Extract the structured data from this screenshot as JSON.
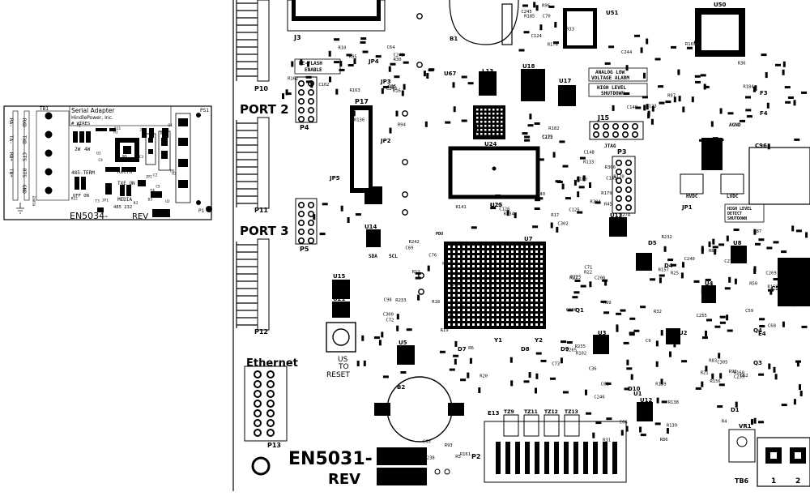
{
  "left_board": {
    "tb_label": "TB1",
    "title_lines": [
      "Serial Adapter",
      "HindlePower, Inc.",
      "# WIRES"
    ],
    "wire_options": [
      "2W",
      "4W"
    ],
    "side_labels_top": [
      "RXD",
      "TXD",
      "CTS",
      "RTS"
    ],
    "side_labels_bottom": [
      "RA-",
      "TA-",
      "RB+",
      "TB+",
      "GND"
    ],
    "earth_label": "EARTH",
    "label_485_term": "485-TERM",
    "off_on": "OFF ON",
    "rxctr_label": "RxCTR",
    "txe_on": "TXE ON",
    "media": "MEDIA",
    "label_485_232": "485  232",
    "ps1_label": "PS1",
    "p1_label": "P1",
    "part_number": "EN5034-",
    "rev": "REV",
    "small_refs": [
      "R11",
      "C4",
      "R12",
      "C5",
      "D1",
      "U1",
      "U2",
      "U3",
      "Q1",
      "C1",
      "R3",
      "R5",
      "T1",
      "T2",
      "T3",
      "T4",
      "R1",
      "R7",
      "JP1",
      "JP2",
      "JP3",
      "C3",
      "D3",
      "C2"
    ]
  },
  "main_board": {
    "part_number": "EN5031-",
    "rev": "REV",
    "port_labels": [
      "PORT 2",
      "PORT 3",
      "Ethernet"
    ],
    "connector_labels": [
      "P10",
      "P11",
      "P12",
      "P13",
      "P4",
      "P5",
      "P17",
      "P3",
      "P2",
      "J3",
      "J15",
      "TB6"
    ],
    "text_blocks": {
      "reflash": [
        "RE-FLASH",
        "ENABLE"
      ],
      "analog_low": [
        "ANALOG LOW",
        "VOLTAGE ALARM"
      ],
      "high_level": [
        "HIGH LEVEL",
        "SHUTDOWN"
      ],
      "high_level_detect": [
        "HIGH LEVEL",
        "DETECT",
        "SHUTDOWN"
      ],
      "jtag": "JTAG",
      "hvdc": "HVDC",
      "lvdc": "LVDC",
      "sda": "SDA",
      "scl": "SCL",
      "us_to_reset": [
        "US",
        "TO",
        "RESET"
      ],
      "agnd": "AGND",
      "pdu": "PDU"
    },
    "ic_labels": [
      "U50",
      "U51",
      "U67",
      "U18",
      "U17",
      "U24",
      "U25",
      "U7",
      "U6",
      "U14",
      "U15",
      "U21",
      "U5",
      "U3",
      "U2",
      "U11",
      "U13",
      "U10",
      "U4",
      "U8",
      "U12",
      "U1",
      "B1",
      "B2",
      "L13",
      "Q1",
      "Q4",
      "Q3",
      "Y1",
      "Y2",
      "D1",
      "D4",
      "D5",
      "D7",
      "D8",
      "D9",
      "D10",
      "VR1",
      "F3",
      "F4",
      "E4",
      "E13",
      "C5",
      "C96"
    ],
    "jumper_labels": [
      "JP3",
      "JP4",
      "JP2",
      "JP5",
      "JP1"
    ],
    "resistor_labels": [
      "R10",
      "R136",
      "R176",
      "R169",
      "R182",
      "R120",
      "R141",
      "R12",
      "R7",
      "R6",
      "R125",
      "R32",
      "R25",
      "R26",
      "R31",
      "R4",
      "R5",
      "R30",
      "R16",
      "R33",
      "R36",
      "R133",
      "R45",
      "R234",
      "R242",
      "R233",
      "R235",
      "R27",
      "R83",
      "R85",
      "R87",
      "R86",
      "R92",
      "R93",
      "R95",
      "R94",
      "R96",
      "R97",
      "R306",
      "R304",
      "R40",
      "R58",
      "R39",
      "R102",
      "R99",
      "R156",
      "R157",
      "R158",
      "R159",
      "R160",
      "R161",
      "R162",
      "R163",
      "R185",
      "R184",
      "R186",
      "R179",
      "R17",
      "R18",
      "R19",
      "R20",
      "R22",
      "R21",
      "R232",
      "R50",
      "R138",
      "R139"
    ],
    "capacitor_labels": [
      "C102",
      "C15",
      "C124",
      "C123",
      "C122",
      "C125",
      "C126",
      "C69",
      "C98",
      "C36",
      "C200",
      "C9",
      "C240",
      "C243",
      "C246",
      "C239",
      "C238",
      "C241",
      "C242",
      "C245",
      "C244",
      "C275",
      "C274",
      "C302",
      "C304",
      "C300",
      "C265",
      "C100",
      "C255",
      "C269",
      "C59",
      "C61",
      "C62",
      "C63",
      "C64",
      "C65",
      "C70",
      "C140",
      "C148",
      "C149",
      "C129",
      "C76",
      "C72",
      "C73",
      "C71",
      "C305",
      "C270",
      "C68",
      "C66"
    ],
    "tz_labels": [
      "TZ9",
      "TZ11",
      "TZ12",
      "TZ13"
    ],
    "tb6_pins": [
      "1",
      "2"
    ]
  }
}
